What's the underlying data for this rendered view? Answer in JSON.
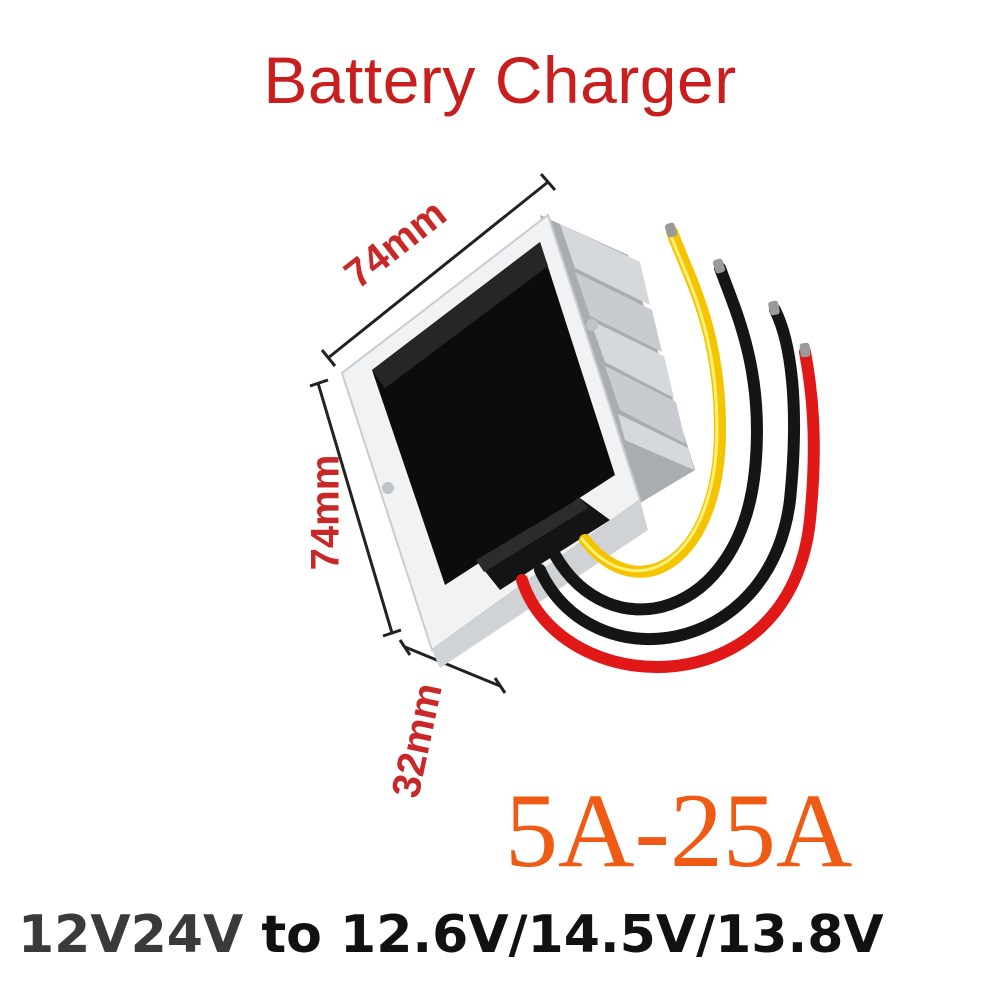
{
  "title": "Battery Charger",
  "dimensions": {
    "length": "74mm",
    "width": "74mm",
    "height": "32mm"
  },
  "current_range": "5A-25A",
  "voltage_spec": {
    "input": "12V24V",
    "output": "to 12.6V/14.5V/13.8V"
  },
  "colors": {
    "title": "#c81e1e",
    "dimension_label": "#c82828",
    "current_range": "#ef5a14",
    "wire_yellow": "#f5c400",
    "wire_black": "#151515",
    "wire_red": "#e01818"
  }
}
